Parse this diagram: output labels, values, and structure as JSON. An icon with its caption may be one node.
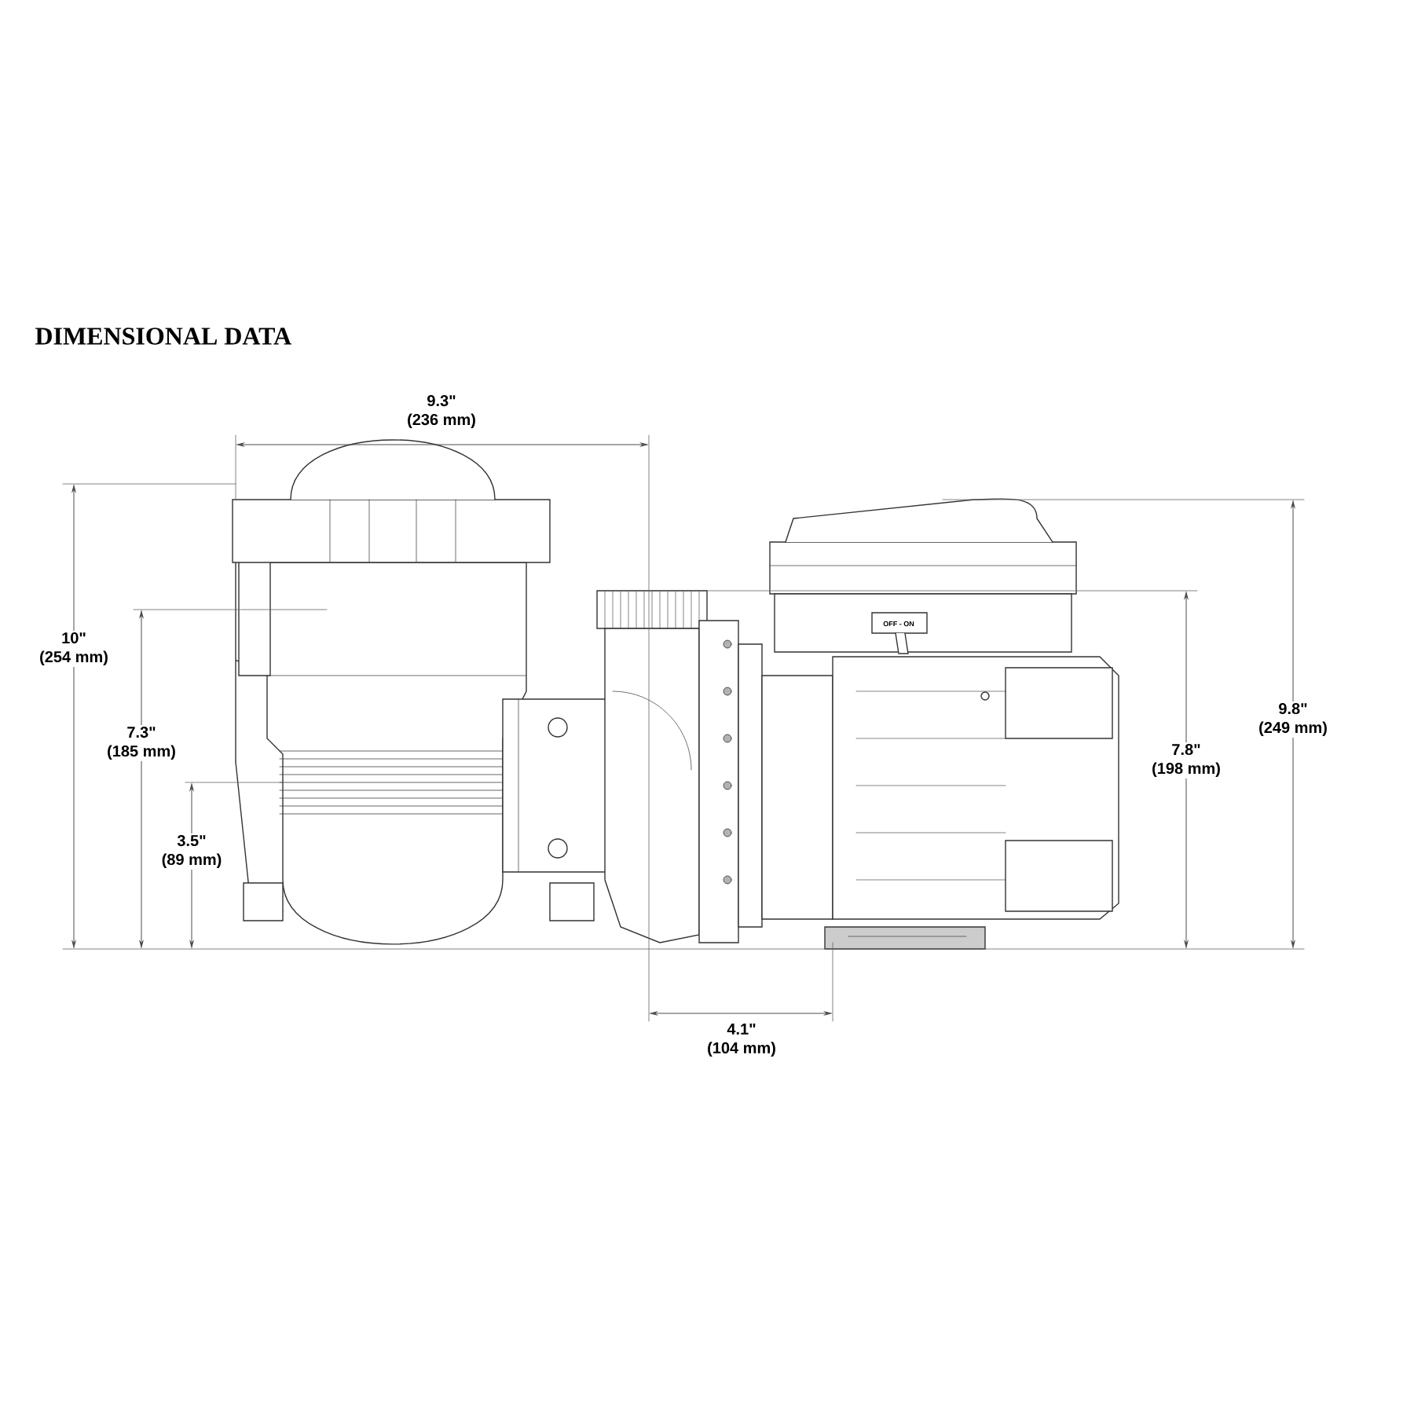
{
  "diagram": {
    "title": "DIMENSIONAL DATA",
    "labels": [
      "9.3\"",
      "(236 mm)",
      "10\"",
      "(254 mm)",
      "7.3\"",
      "(185 mm)",
      "OFF - ON",
      "9.8\"",
      "(249 mm)",
      "7.8\"",
      "(198 mm)",
      "3.5\"",
      "(89 mm)",
      "4.1\"",
      "(104 mm)"
    ]
  }
}
